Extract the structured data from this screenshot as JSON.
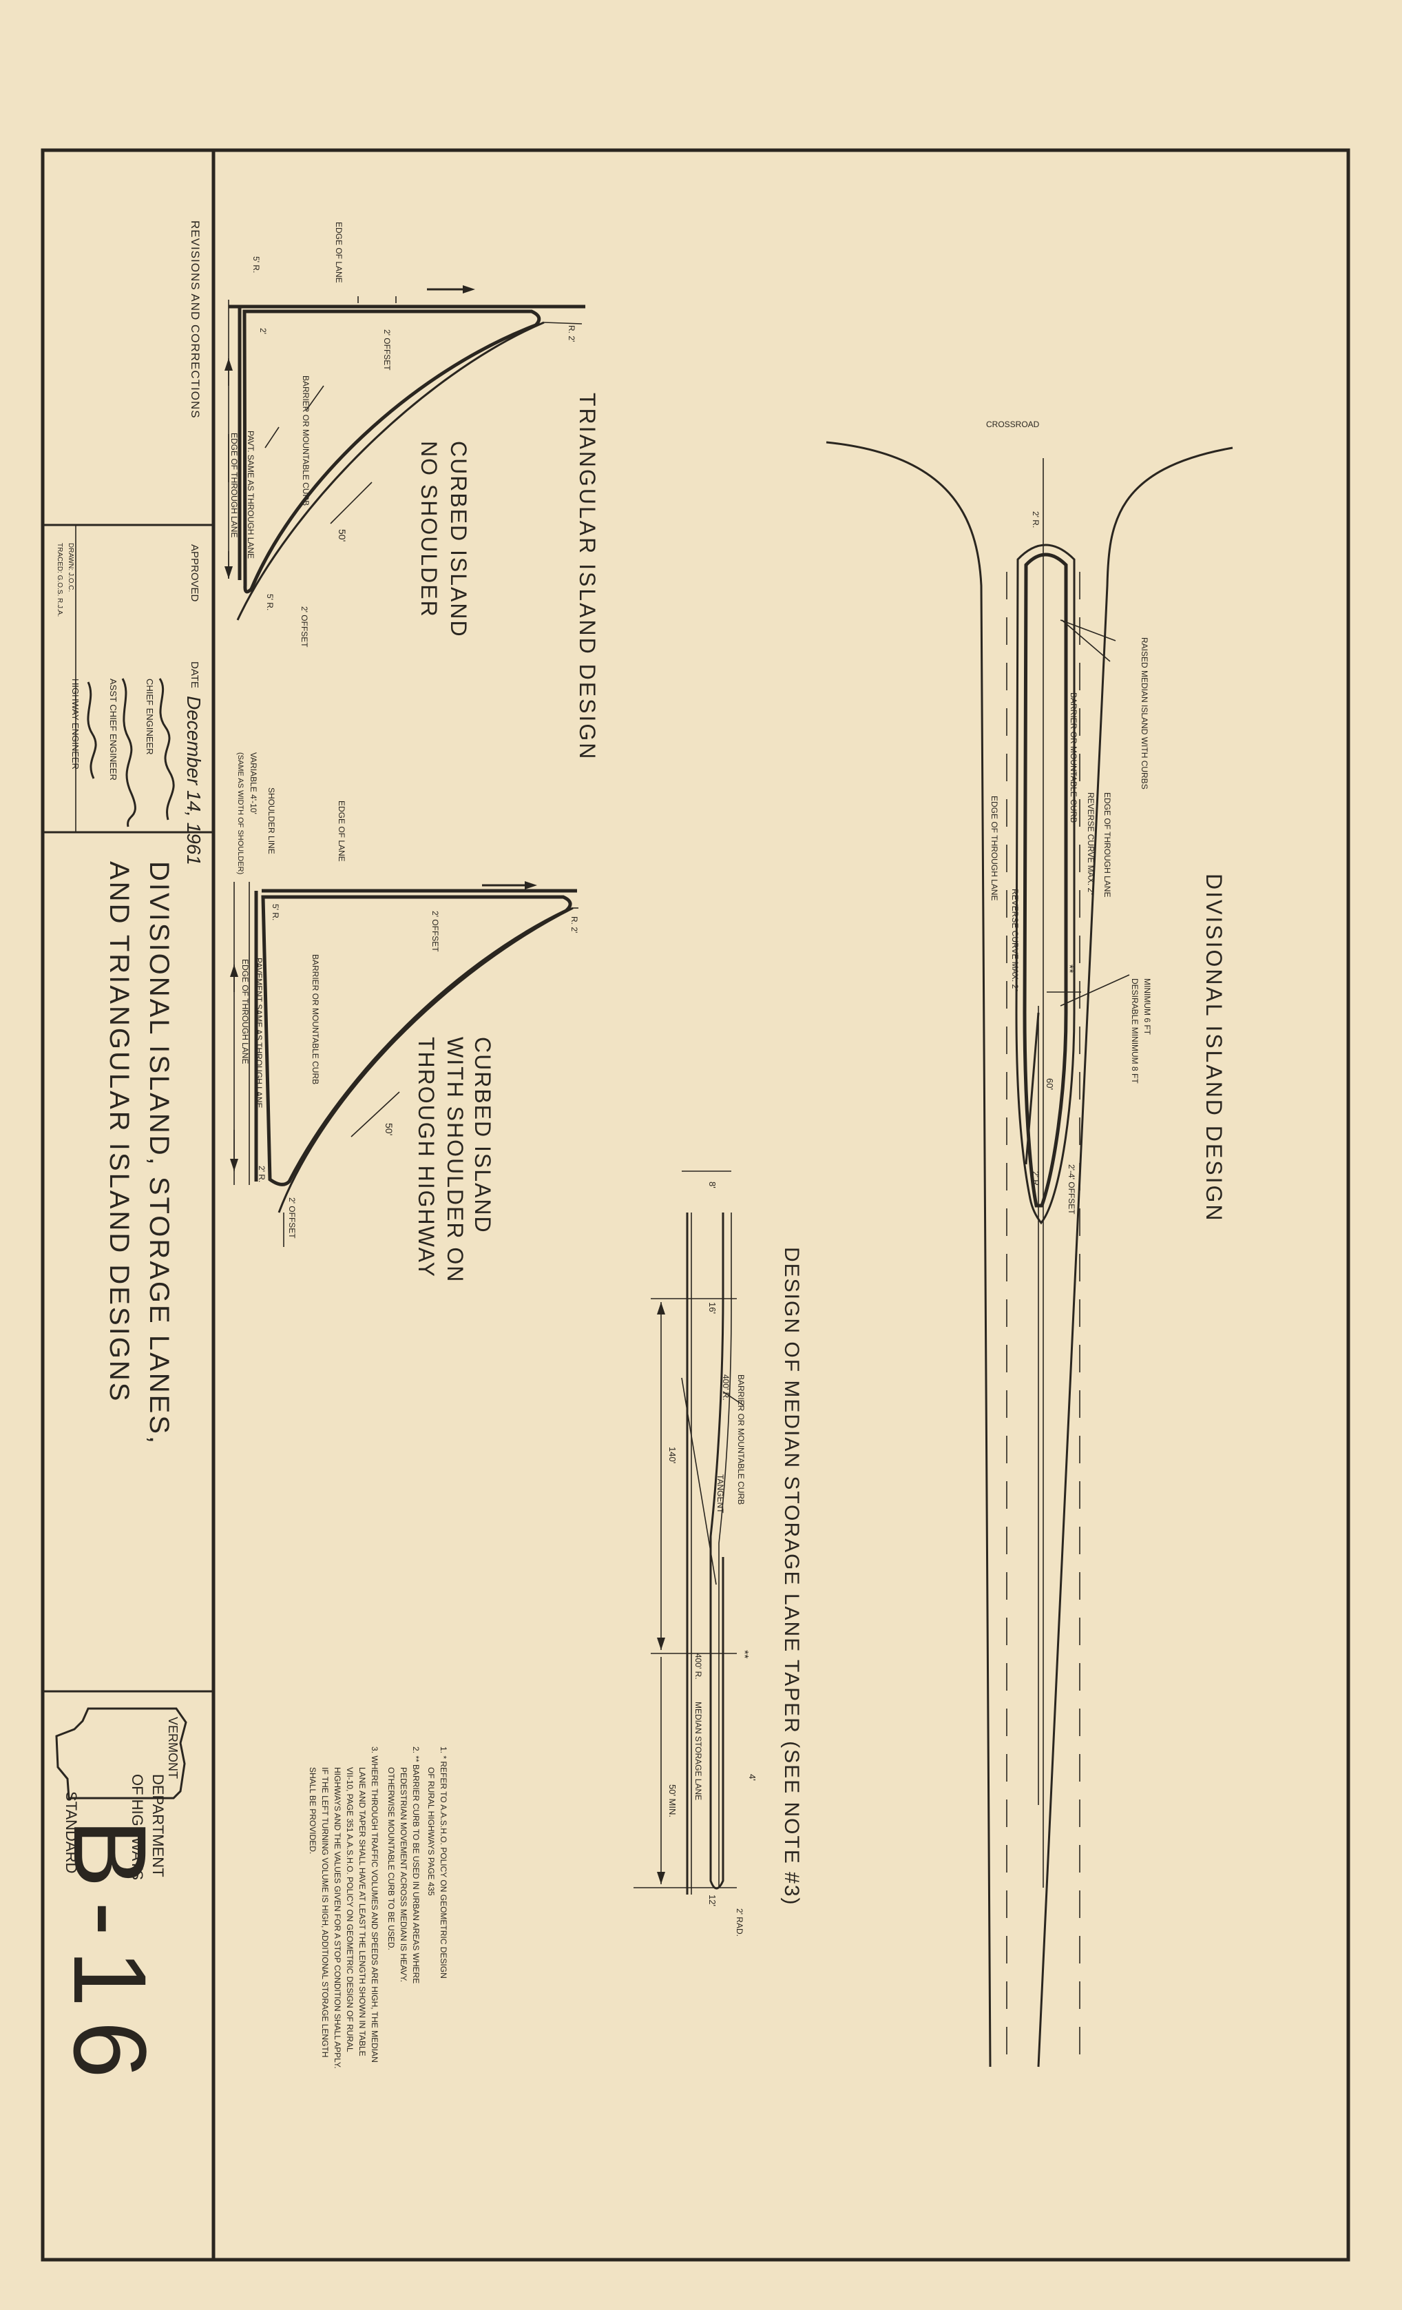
{
  "title_block": {
    "revisions_label": "REVISIONS AND CORRECTIONS",
    "approved_label": "APPROVED",
    "date_label": "DATE",
    "date_value": "December 14, 1961",
    "chief_engineer_label": "CHIEF ENGINEER",
    "asst_chief_engineer_label": "ASST CHIEF ENGINEER",
    "highway_engineer_label": "HIGHWAY ENGINEER",
    "drawn_label": "DRAWN: J.O.C.",
    "traced_label": "TRACED: G.O.S.  R.J.A.",
    "drawing_title_line1": "DIVISIONAL ISLAND, STORAGE LANES,",
    "drawing_title_line2": "AND TRIANGULAR ISLAND DESIGNS",
    "state": "VERMONT",
    "dept_line1": "DEPARTMENT",
    "dept_line2": "OF HIGHWAYS",
    "standard": "STANDARD",
    "sheet_number": "B-16"
  },
  "triangular_island": {
    "heading": "TRIANGULAR ISLAND DESIGN",
    "no_shoulder": {
      "title_line1": "CURBED ISLAND",
      "title_line2": "NO SHOULDER",
      "edge_of_lane": "EDGE OF LANE",
      "radius_5": "5' R.",
      "radius_2": "R. 2'",
      "offset_2": "2' OFFSET",
      "offset_2_b": "2' OFFSET",
      "dim_2": "2'",
      "curb": "BARRIER OR MOUNTABLE CURB",
      "pavement": "PAVT. SAME AS THROUGH LANE",
      "edge_through": "EDGE OF THROUGH LANE",
      "dim_50": "50'",
      "radius_5_b": "5' R."
    },
    "with_shoulder": {
      "title_line1": "CURBED ISLAND",
      "title_line2": "WITH SHOULDER ON",
      "title_line3": "THROUGH HIGHWAY",
      "edge_of_lane": "EDGE OF LANE",
      "shoulder_line": "SHOULDER LINE",
      "variable": "VARIABLE 4'-10'",
      "variable_note": "(SAME AS WIDTH OF SHOULDER)",
      "radius_5": "5' R.",
      "radius_2": "R. 2'",
      "offset_2": "2' OFFSET",
      "curb": "BARRIER OR MOUNTABLE CURB",
      "pavement": "PAVEMENT SAME AS THROUGH LANE",
      "edge_through": "EDGE OF THROUGH LANE",
      "dim_50": "50'",
      "radius_2_b": "2' R.",
      "offset_2_b": "2' OFFSET"
    }
  },
  "divisional_island": {
    "heading": "DIVISIONAL ISLAND DESIGN",
    "crossroad": "CROSSROAD",
    "radius_2": "2' R.",
    "raised_median": "RAISED MEDIAN ISLAND WITH CURBS",
    "curb": "BARRIER OR MOUNTABLE CURB",
    "edge_through": "EDGE OF THROUGH LANE",
    "edge_through_b": "EDGE OF THROUGH LANE",
    "reverse_curve_1": "REVERSE CURVE MAX. 2°",
    "reverse_curve_2": "REVERSE CURVE MAX. 2°",
    "star2": "**",
    "min_width": "MINIMUM 6 FT",
    "desirable_width": "DESIRABLE MINIMUM 8 FT",
    "dim_60": "60'",
    "offset": "2'-4' OFFSET",
    "radius_2_b": "2' R."
  },
  "median_storage": {
    "heading": "DESIGN OF MEDIAN STORAGE LANE TAPER (SEE NOTE #3)",
    "dim_8": "8'",
    "dim_16": "16'",
    "radius_400": "400' R.",
    "curb": "BARRIER OR MOUNTABLE CURB",
    "tangent": "TANGENT",
    "dim_140": "140'",
    "radius_400_b": "400' R.",
    "star2": "**",
    "storage_lane": "MEDIAN STORAGE LANE",
    "dim_50_min": "50' MIN.",
    "dim_4": "4'",
    "dim_12": "12'",
    "radius_2": "2' RAD."
  },
  "notes": {
    "n1a": "1.  * REFER TO A.A.S.H.O. POLICY ON GEOMETRIC DESIGN",
    "n1b": "OF RURAL HIGHWAYS PAGE 435",
    "n2a": "2.  ** BARRIER CURB TO BE USED IN URBAN AREAS WHERE",
    "n2b": "PEDESTRIAN MOVEMENT ACROSS MEDIAN IS HEAVY.",
    "n2c": "OTHERWISE MOUNTABLE CURB TO BE USED.",
    "n3a": "3.  WHERE THROUGH TRAFFIC VOLUMES AND SPEEDS ARE HIGH, THE MEDIAN",
    "n3b": "LANE AND TAPER SHALL HAVE AT LEAST THE LENGTH SHOWN IN TABLE",
    "n3c": "VII-10, PAGE 351  A.A.S.H.O. POLICY ON GEOMETRIC DESIGN OF RURAL",
    "n3d": "HIGHWAYS AND THE VALUES GIVEN FOR A STOP CONDITION SHALL APPLY.",
    "n3e": "IF THE LEFT TURNING VOLUME IS HIGH, ADDITIONAL STORAGE LENGTH",
    "n3f": "SHALL BE PROVIDED."
  },
  "colors": {
    "paper": "#f1e3c4",
    "ink": "#2a2620"
  }
}
